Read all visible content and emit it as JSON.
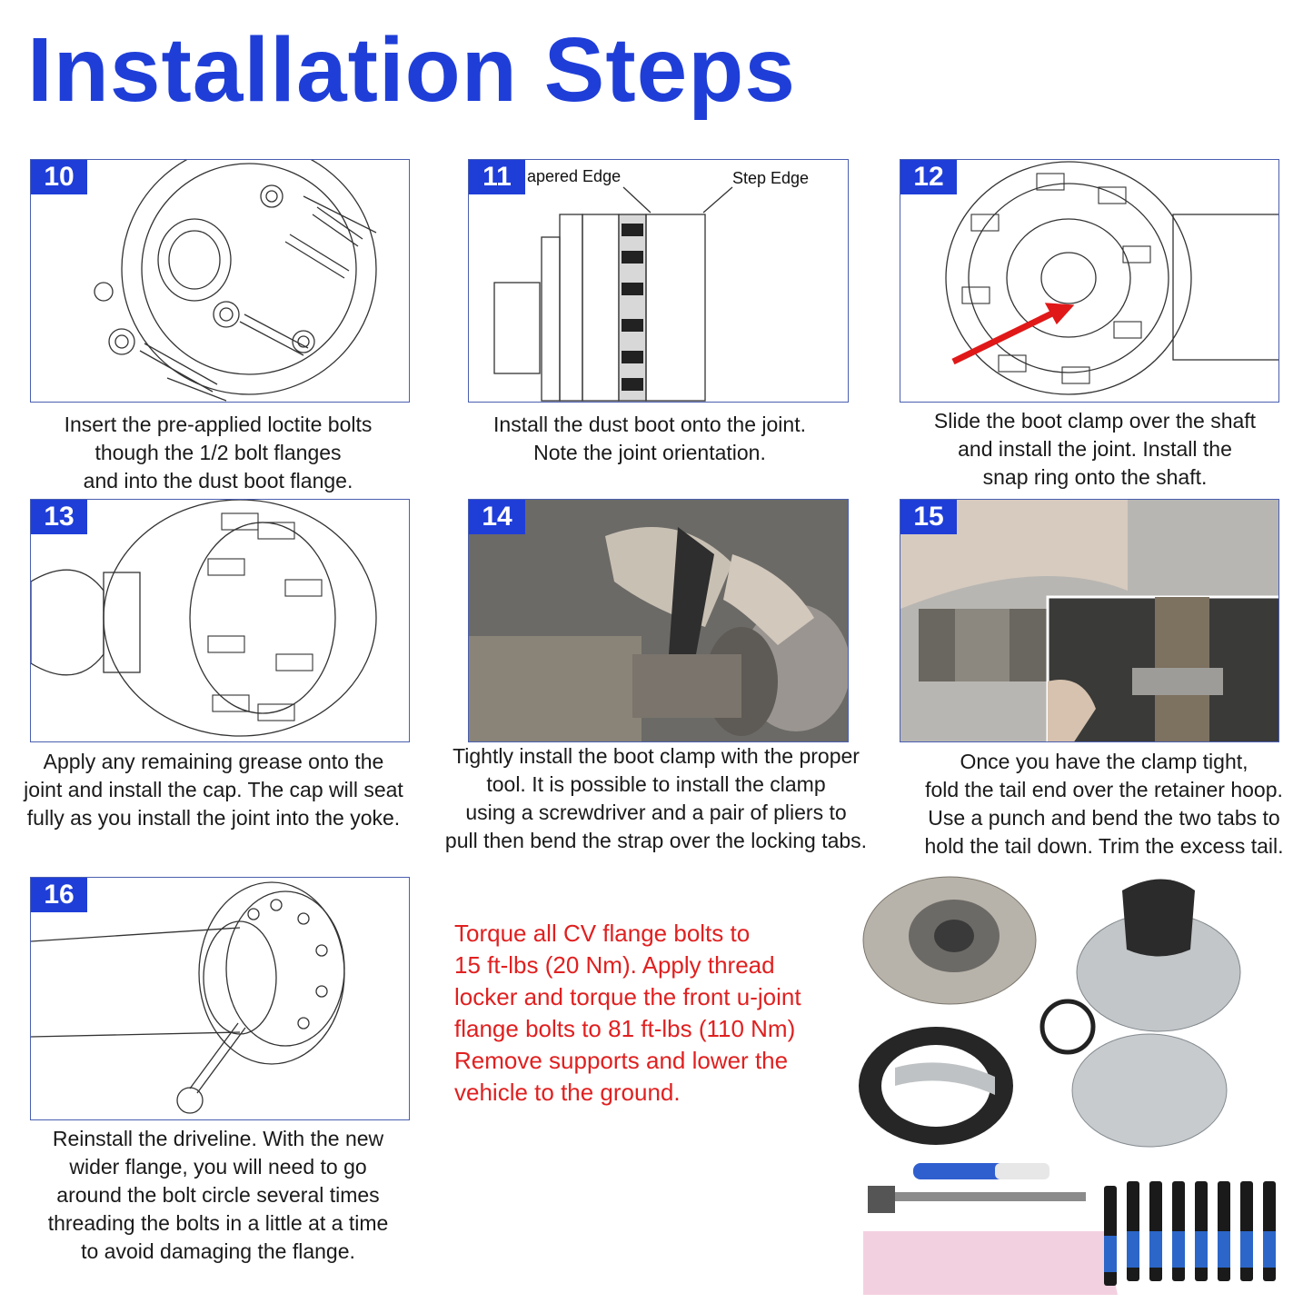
{
  "page_title": "Installation Steps",
  "steps": [
    {
      "number": "10",
      "caption": "Insert the pre-applied loctite bolts\nthough the 1/2 bolt flanges\n and into the dust boot flange."
    },
    {
      "number": "11",
      "caption": "Install the dust boot onto the joint.\n Note the joint orientation.",
      "labels": {
        "tapered": "apered Edge",
        "step": "Step Edge"
      }
    },
    {
      "number": "12",
      "caption": "Slide the boot clamp over the shaft\nand install the joint. Install the\n snap ring onto the shaft."
    },
    {
      "number": "13",
      "caption": "Apply any remaining grease onto the\njoint and install the cap. The cap will seat\nfully as you install the joint into the yoke."
    },
    {
      "number": "14",
      "caption": "Tightly install the boot clamp with the proper\ntool. It is possible to install the clamp\nusing a screwdriver and a pair of pliers to\npull then bend the strap over the locking tabs."
    },
    {
      "number": "15",
      "caption": "Once you have the clamp tight,\nfold the tail end over the  retainer hoop.\nUse a punch and bend the two tabs to\nhold the tail down. Trim the excess tail."
    },
    {
      "number": "16",
      "caption": "Reinstall the driveline. With the new\nwider flange, you will need to go\naround the bolt circle several times\nthreading the bolts in a little at a time\nto avoid damaging the flange."
    }
  ],
  "torque_note": "Torque all CV flange bolts to\n15 ft-lbs (20 Nm). Apply thread\nlocker and torque the front u-joint\nflange bolts to 81 ft-lbs (110 Nm)\nRemove supports and lower the\nvehicle to the ground.",
  "colors": {
    "title": "#1f3ed8",
    "badge": "#1f3ed8",
    "note": "#e02020",
    "arrow": "#e01818"
  }
}
